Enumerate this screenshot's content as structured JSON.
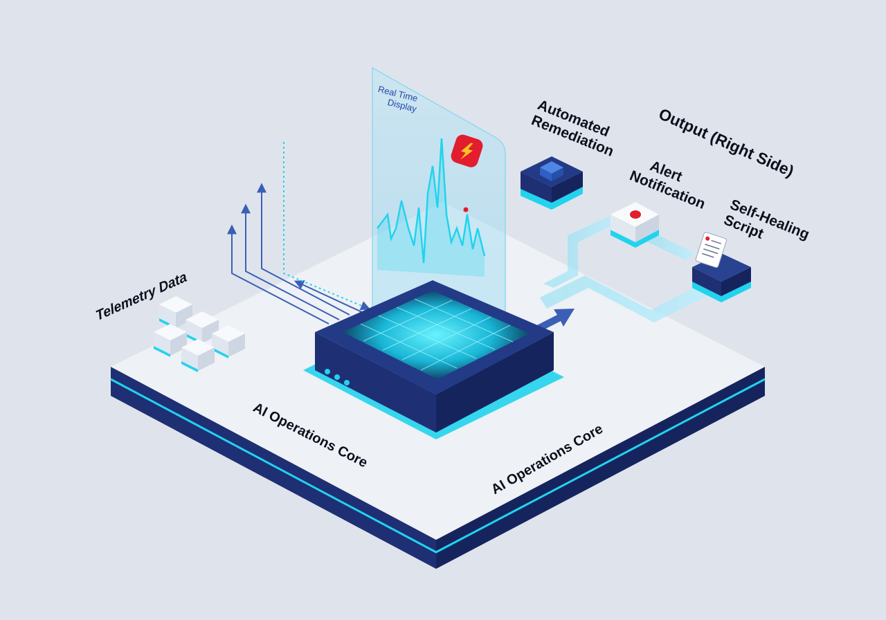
{
  "labels": {
    "telemetry": "Telemetry Data",
    "display_line1": "Real Time",
    "display_line2": "Display",
    "remediation_line1": "Automated",
    "remediation_line2": "Remediation",
    "alert_line1": "Alert",
    "alert_line2": "Notification",
    "script_line1": "Self-Healing",
    "script_line2": "Script",
    "output": "Output (Right Side)",
    "core_left": "AI Operations Core",
    "core_right": "AI Operations Core"
  },
  "icons": {
    "display_alert": "lightning-shield-icon",
    "alert_node": "red-dot-icon",
    "script_node": "document-scroll-icon",
    "core_status": "three-dots-icon"
  },
  "colors": {
    "background": "#dfe4ec",
    "platform_top": "#eef1f5",
    "platform_base": "#1f2f73",
    "accent_cyan": "#22d3ee",
    "core_blue": "#233a86",
    "alert_red": "#e11d2e",
    "arrow_blue": "#3b5fb5"
  }
}
